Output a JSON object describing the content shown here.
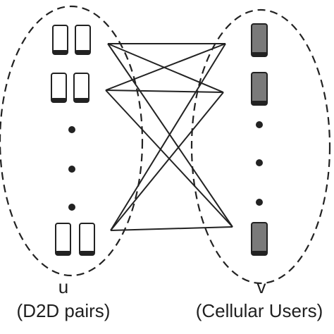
{
  "left_set": {
    "symbol": "u",
    "caption": "(D2D pairs)"
  },
  "right_set": {
    "symbol": "v",
    "caption": "(Cellular Users)"
  },
  "icons": {
    "d2d_device": "smartphone-outline-icon",
    "cellular_device": "smartphone-filled-icon"
  },
  "colors": {
    "stroke": "#222222",
    "d2d_fill": "#ffffff",
    "cellular_fill": "#7a7a7a"
  },
  "edges": [
    [
      "u1",
      "v1"
    ],
    [
      "u1",
      "v2"
    ],
    [
      "u1",
      "vN"
    ],
    [
      "u2",
      "v1"
    ],
    [
      "u2",
      "v2"
    ],
    [
      "u2",
      "vN"
    ],
    [
      "uN",
      "v1"
    ],
    [
      "uN",
      "v2"
    ],
    [
      "uN",
      "vN"
    ]
  ]
}
